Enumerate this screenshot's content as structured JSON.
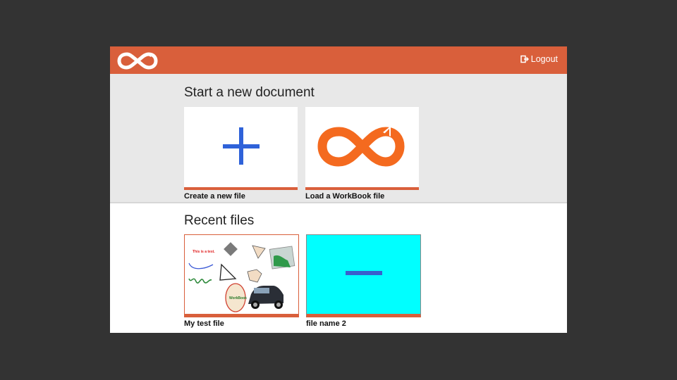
{
  "header": {
    "logo_icon": "workbook-logo-icon",
    "logout_label": "Logout",
    "logout_icon": "logout-icon",
    "accent_color": "#D95F3B"
  },
  "new_document": {
    "title": "Start a new document",
    "cards": [
      {
        "label": "Create a new file",
        "icon": "plus-icon"
      },
      {
        "label": "Load a WorkBook file",
        "icon": "workbook-logo-icon"
      }
    ]
  },
  "recent_files": {
    "title": "Recent files",
    "files": [
      {
        "name": "My test file",
        "thumbnail_text": "This is a test."
      },
      {
        "name": "file name 2"
      }
    ]
  }
}
